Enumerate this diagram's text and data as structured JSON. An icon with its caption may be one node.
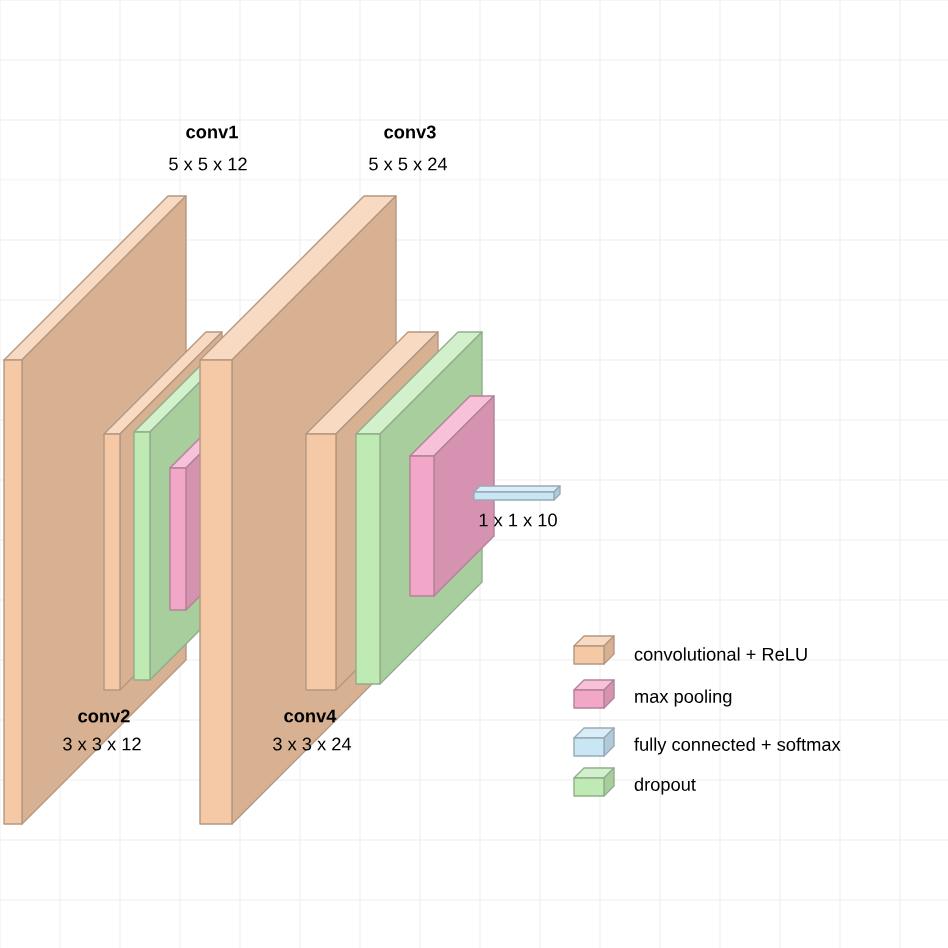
{
  "diagram": {
    "labels": [
      "conv1",
      "5 x 5 x 12",
      "conv3",
      "5 x 5 x 24",
      "1 x 1 x 10",
      "conv2",
      "3 x 3 x 12",
      "conv4",
      "3 x 3 x 24"
    ],
    "legend": [
      {
        "text": "convolutional + ReLU",
        "color": "#f5c9a6"
      },
      {
        "text": "max pooling",
        "color": "#f2a7c9"
      },
      {
        "text": "fully connected + softmax",
        "color": "#c9e6f5"
      },
      {
        "text": "dropout",
        "color": "#bfeab4"
      }
    ]
  }
}
